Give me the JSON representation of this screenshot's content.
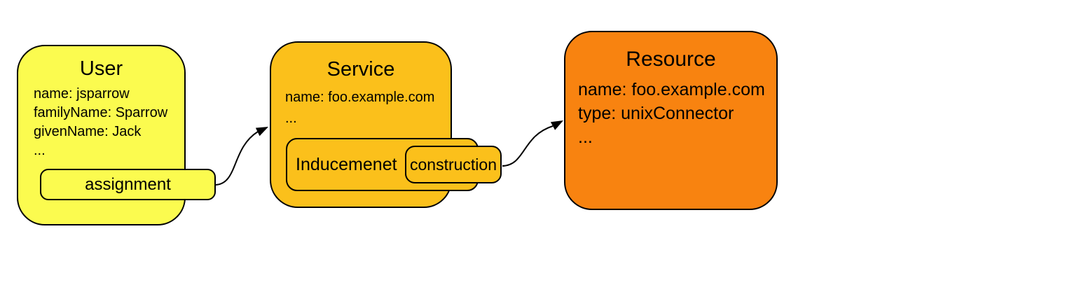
{
  "nodes": {
    "user": {
      "title": "User",
      "attributes": [
        "name: jsparrow",
        "familyName: Sparrow",
        "givenName: Jack",
        "..."
      ],
      "fill": "#fbfb4f",
      "border": "#000000"
    },
    "service": {
      "title": "Service",
      "attributes": [
        "name: foo.example.com",
        "..."
      ],
      "fill": "#fbc01b",
      "border": "#000000"
    },
    "resource": {
      "title": "Resource",
      "attributes": [
        "name: foo.example.com",
        "type: unixConnector",
        "..."
      ],
      "fill": "#f88310",
      "border": "#000000"
    }
  },
  "labels": {
    "assignment": "assignment",
    "inducement": "Inducemenet",
    "construction": "construction"
  },
  "edges": [
    {
      "from": "assignment",
      "to": "service",
      "type": "curved-arrow",
      "color": "#000000"
    },
    {
      "from": "construction",
      "to": "resource",
      "type": "curved-arrow",
      "color": "#000000"
    }
  ],
  "colors": {
    "canvas_background": "#ffffff",
    "user_fill": "#fbfb4f",
    "service_fill": "#fbc01b",
    "resource_fill": "#f88310",
    "stroke": "#000000"
  }
}
